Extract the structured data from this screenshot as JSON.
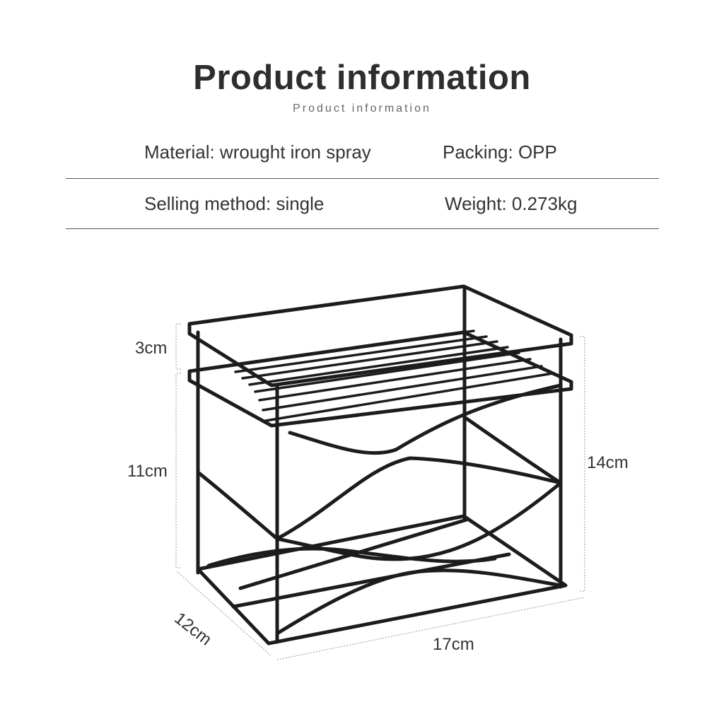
{
  "header": {
    "title": "Product information",
    "subtitle": "Product information"
  },
  "specs": {
    "material": "Material: wrought iron spray",
    "packing": "Packing: OPP",
    "selling_method": "Selling method: single",
    "weight": "Weight: 0.273kg"
  },
  "dimensions": {
    "top_height": "3cm",
    "lower_height": "11cm",
    "total_height": "14cm",
    "depth": "12cm",
    "width": "17cm"
  },
  "colors": {
    "wire": "#1c1c1c",
    "text": "#333333",
    "dimension_line": "#999999"
  }
}
